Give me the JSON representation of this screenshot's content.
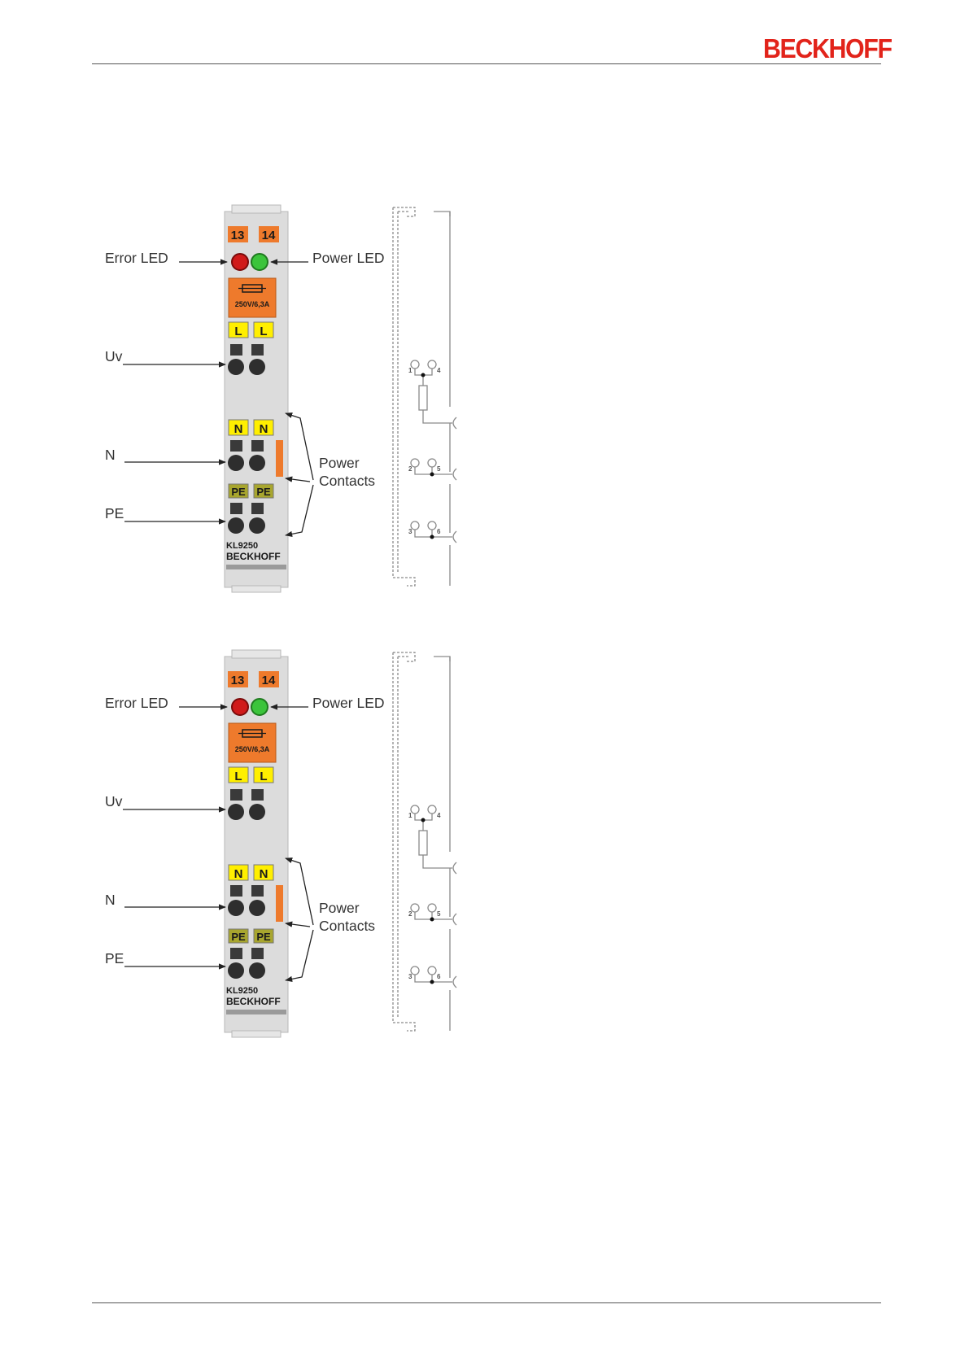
{
  "header": {
    "brand": "BECKHOFF"
  },
  "figures": [
    {
      "labels": {
        "error_led": "Error LED",
        "power_led": "Power LED",
        "uv": "Uv",
        "n": "N",
        "pe": "PE",
        "power": "Power",
        "contacts": "Contacts"
      },
      "terminal": {
        "num_left": "13",
        "num_right": "14",
        "fuse": "250V/6,3A",
        "l": "L",
        "n": "N",
        "pe": "PE",
        "model": "KL9250",
        "brand": "BECKHOFF"
      },
      "schematic": {
        "pins": [
          "1",
          "4",
          "2",
          "5",
          "3",
          "6"
        ]
      }
    },
    {
      "labels": {
        "error_led": "Error LED",
        "power_led": "Power LED",
        "uv": "Uv",
        "n": "N",
        "pe": "PE",
        "power": "Power",
        "contacts": "Contacts"
      },
      "terminal": {
        "num_left": "13",
        "num_right": "14",
        "fuse": "250V/6,3A",
        "l": "L",
        "n": "N",
        "pe": "PE",
        "model": "KL9250",
        "brand": "BECKHOFF"
      },
      "schematic": {
        "pins": [
          "1",
          "4",
          "2",
          "5",
          "3",
          "6"
        ]
      }
    }
  ],
  "colors": {
    "brand_red": "#e2231a",
    "led_red": "#d01a1a",
    "led_green": "#3bc43b",
    "orange": "#ee7a2c",
    "yellow": "#ffef00"
  }
}
